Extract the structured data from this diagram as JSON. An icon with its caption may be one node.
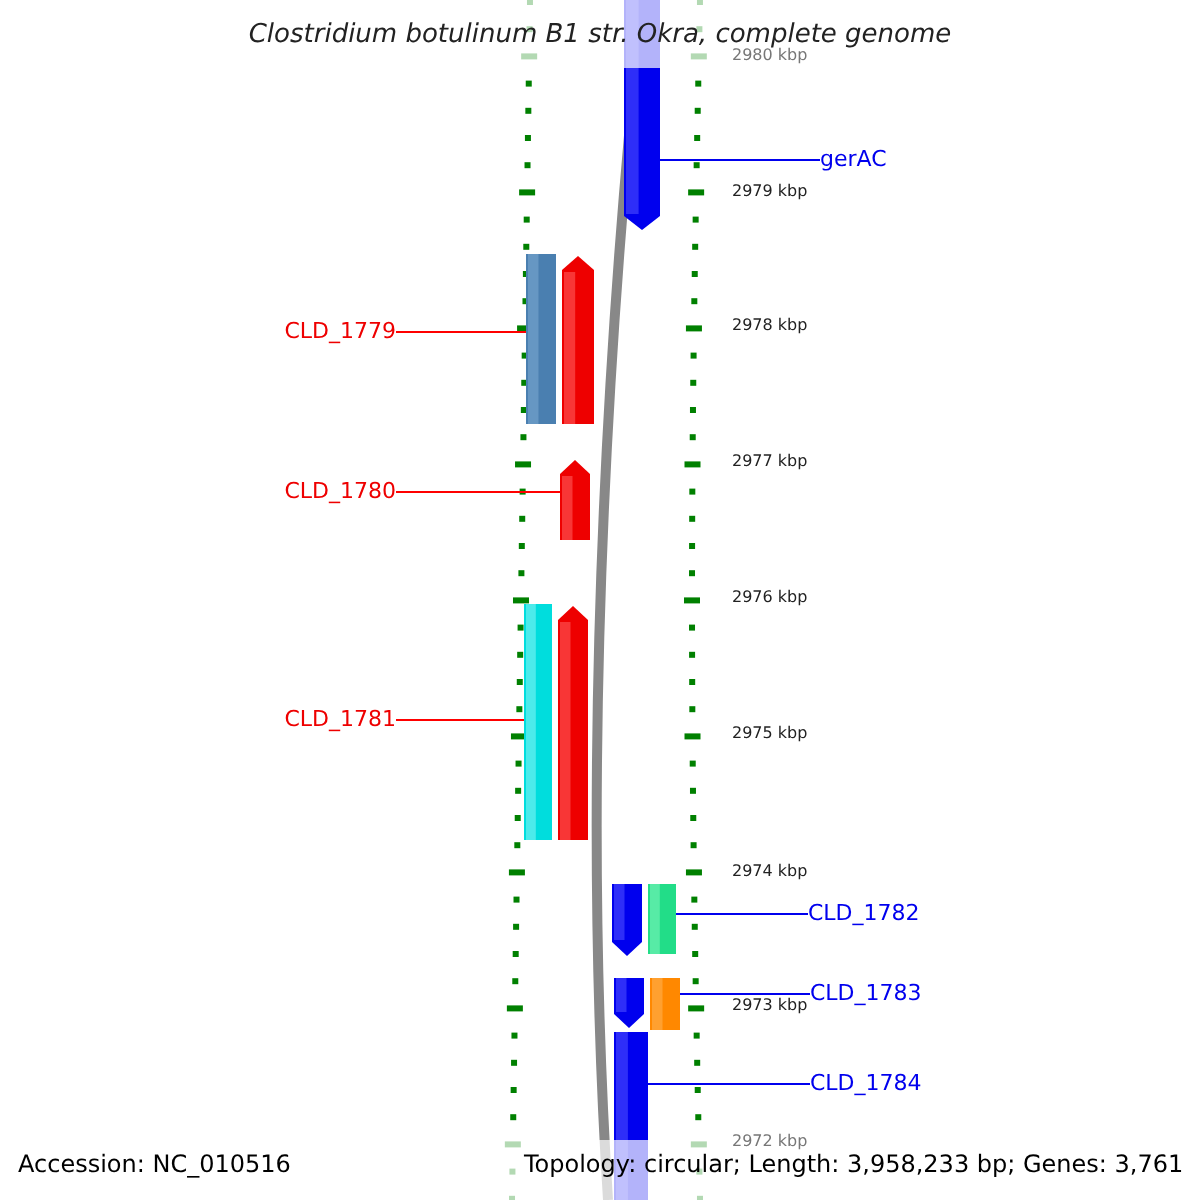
{
  "diagram": {
    "title": "Clostridium botulinum B1 str. Okra, complete genome",
    "nodes": [
      {
        "text": [],
        "shape": "pentagon"
      },
      {
        "text": [
          "gerAC"
        ]
      },
      {
        "text": [],
        "shape": "bar"
      },
      {
        "text": [],
        "shape": "pentagon"
      },
      {
        "text": [
          "CLD_1779"
        ]
      },
      {
        "text": [],
        "shape": "pentagon"
      },
      {
        "text": [
          "CLD_1780"
        ]
      },
      {
        "text": [],
        "shape": "bar"
      },
      {
        "text": [],
        "shape": "pentagon"
      },
      {
        "text": [
          "CLD_1781"
        ]
      },
      {
        "text": [],
        "shape": "pentagon"
      },
      {
        "text": [],
        "shape": "bar"
      },
      {
        "text": [
          "CLD_1782"
        ]
      },
      {
        "text": [],
        "shape": "pentagon"
      },
      {
        "text": [],
        "shape": "bar"
      },
      {
        "text": [
          "CLD_1783"
        ]
      },
      {
        "text": [],
        "shape": "bar"
      },
      {
        "text": [
          "CLD_1784"
        ]
      }
    ],
    "edges": [
      {
        "from": 1,
        "to": 0,
        "arrow": "none"
      },
      {
        "from": 4,
        "to": 2,
        "arrow": "none",
        "color": "#ff0000"
      },
      {
        "from": 6,
        "to": 5,
        "arrow": "none",
        "color": "#ff0000"
      },
      {
        "from": 9,
        "to": 7,
        "arrow": "none",
        "color": "#ff0000"
      },
      {
        "from": 12,
        "to": 11,
        "arrow": "none"
      },
      {
        "from": 15,
        "to": 14,
        "arrow": "none"
      },
      {
        "from": 17,
        "to": 16,
        "arrow": "none"
      }
    ],
    "labels": [
      "2980 kbp",
      "2979 kbp",
      "2978 kbp",
      "2977 kbp",
      "2976 kbp",
      "2975 kbp",
      "2974 kbp",
      "2973 kbp",
      "2972 kbp",
      "Accession: NC_010516",
      "Topology: circular; Length: 3,958,233 bp; Genes: 3,761"
    ]
  }
}
